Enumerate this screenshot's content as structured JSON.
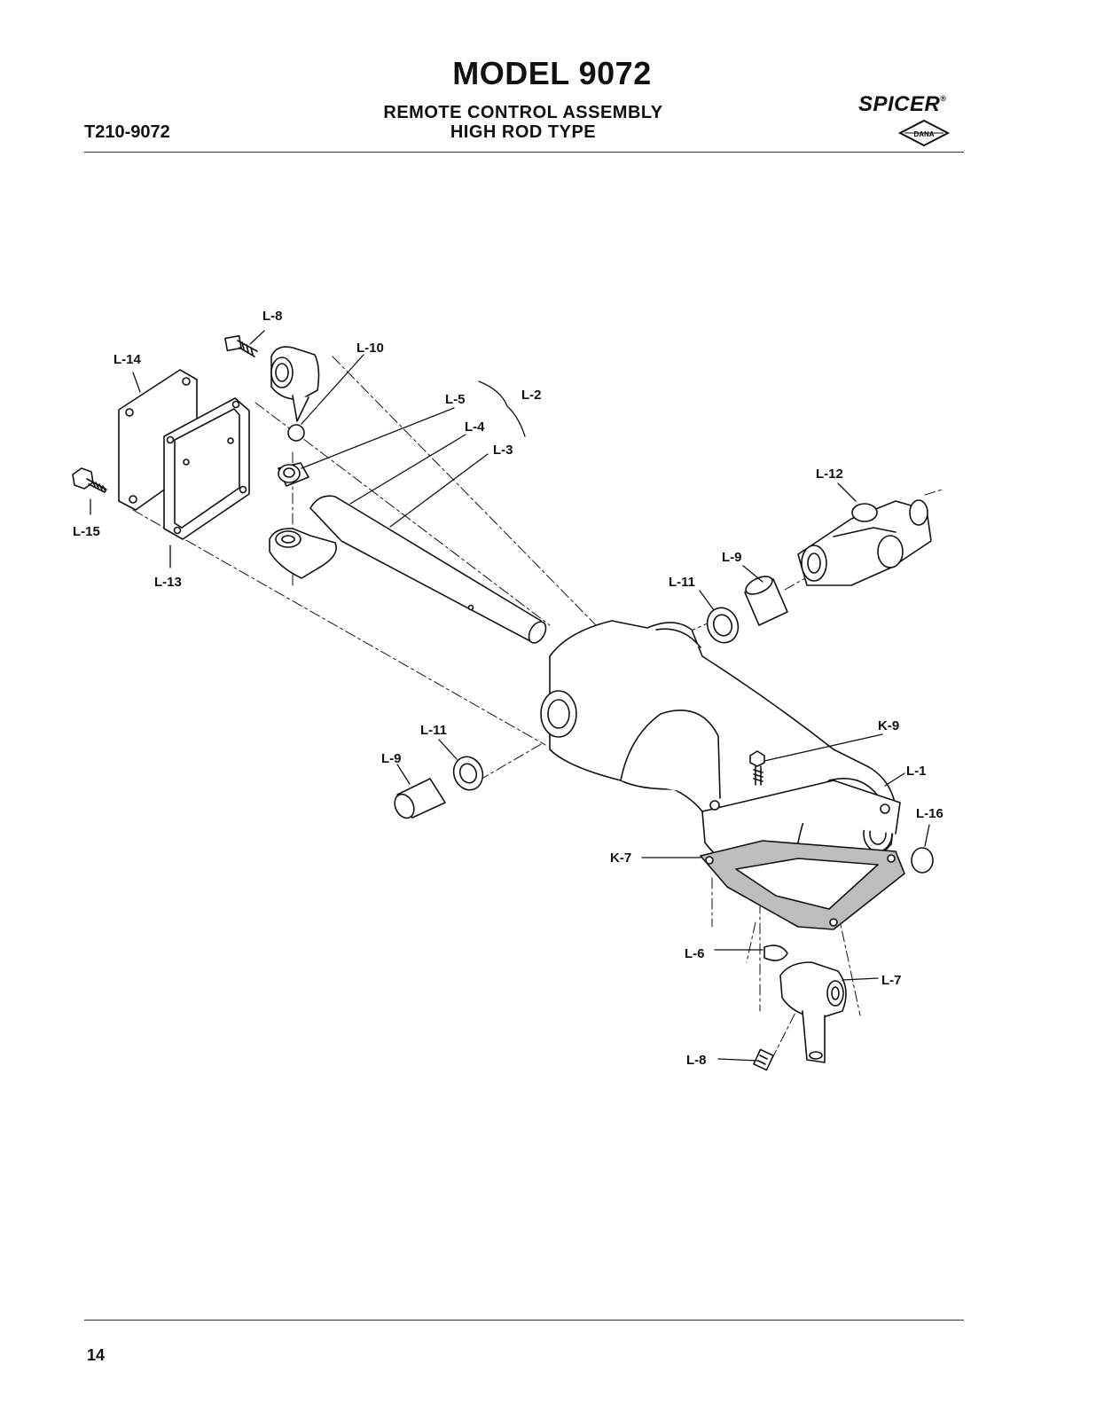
{
  "header": {
    "title": "MODEL 9072",
    "subtitle_line1": "REMOTE CONTROL ASSEMBLY",
    "subtitle_line2": "HIGH ROD TYPE",
    "doc_code": "T210-9072",
    "brand": "SPICER",
    "brand_mark": "®",
    "logo_text": "DANA"
  },
  "callouts": {
    "l8_top": "L-8",
    "l14": "L-14",
    "l10": "L-10",
    "l5": "L-5",
    "l2": "L-2",
    "l4": "L-4",
    "l3": "L-3",
    "l15": "L-15",
    "l13": "L-13",
    "l12": "L-12",
    "l9_right": "L-9",
    "l11_right": "L-11",
    "l11_left": "L-11",
    "l9_left": "L-9",
    "k9": "K-9",
    "l1": "L-1",
    "l16": "L-16",
    "k7": "K-7",
    "l6": "L-6",
    "l7": "L-7",
    "l8_bottom": "L-8"
  },
  "footer": {
    "page_number": "14"
  }
}
